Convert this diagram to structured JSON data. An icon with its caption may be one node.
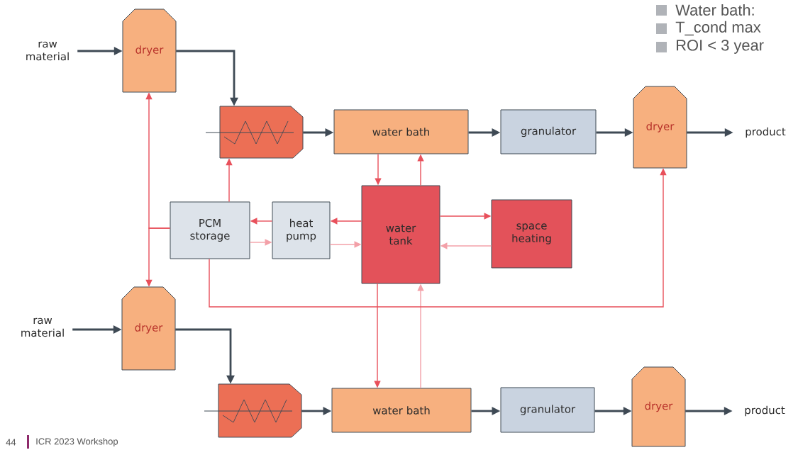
{
  "diagram": {
    "nodes": [
      {
        "text": [
          "raw material"
        ]
      },
      {
        "text": [
          "dryer"
        ]
      },
      {
        "text": [],
        "shape": "picture"
      },
      {
        "text": [
          "water bath"
        ]
      },
      {
        "text": [
          "granulator"
        ]
      },
      {
        "text": [
          "dryer"
        ]
      },
      {
        "text": [
          "product"
        ]
      },
      {
        "text": [
          "PCM storage"
        ]
      },
      {
        "text": [
          "heat pump"
        ]
      },
      {
        "text": [
          "water tank"
        ]
      },
      {
        "text": [
          "space heating"
        ]
      },
      {
        "text": [
          "raw material"
        ]
      },
      {
        "text": [
          "dryer"
        ]
      },
      {
        "text": [],
        "shape": "picture"
      },
      {
        "text": [
          "water bath"
        ]
      },
      {
        "text": [
          "granulator"
        ]
      },
      {
        "text": [
          "dryer"
        ]
      },
      {
        "text": [
          "product"
        ]
      }
    ],
    "edges": [
      {
        "from": 0,
        "to": 1,
        "arrow": "to"
      },
      {
        "from": 1,
        "to": 2,
        "arrow": "to"
      },
      {
        "from": 2,
        "to": 3,
        "arrow": "to"
      },
      {
        "from": 3,
        "to": 4,
        "arrow": "to"
      },
      {
        "from": 4,
        "to": 5,
        "arrow": "to"
      },
      {
        "from": 5,
        "to": 6,
        "arrow": "to"
      },
      {
        "from": 11,
        "to": 12,
        "arrow": "to"
      },
      {
        "from": 12,
        "to": 13,
        "arrow": "to"
      },
      {
        "from": 13,
        "to": 14,
        "arrow": "to"
      },
      {
        "from": 14,
        "to": 15,
        "arrow": "to"
      },
      {
        "from": 15,
        "to": 16,
        "arrow": "to"
      },
      {
        "from": 16,
        "to": 17,
        "arrow": "to"
      },
      {
        "from": 7,
        "to": 1,
        "arrow": "to",
        "color": "#e8505b"
      },
      {
        "from": 7,
        "to": 12,
        "arrow": "to",
        "color": "#e8505b"
      },
      {
        "from": 7,
        "to": 2,
        "arrow": "to",
        "color": "#e8505b"
      },
      {
        "from": 8,
        "to": 7,
        "arrow": "to",
        "color": "#e8505b"
      },
      {
        "from": 7,
        "to": 8,
        "arrow": "to",
        "color": "#f3a0a8"
      },
      {
        "from": 9,
        "to": 8,
        "arrow": "to",
        "color": "#e8505b"
      },
      {
        "from": 8,
        "to": 9,
        "arrow": "to",
        "color": "#f3a0a8"
      },
      {
        "from": 3,
        "to": 9,
        "arrow": "to",
        "color": "#e8505b"
      },
      {
        "from": 9,
        "to": 3,
        "arrow": "to",
        "color": "#e8505b"
      },
      {
        "from": 9,
        "to": 10,
        "arrow": "to",
        "color": "#e8505b"
      },
      {
        "from": 10,
        "to": 9,
        "arrow": "to",
        "color": "#f3a0a8"
      },
      {
        "from": 9,
        "to": 14,
        "arrow": "to",
        "color": "#e8505b"
      },
      {
        "from": 14,
        "to": 9,
        "arrow": "to",
        "color": "#f3a0a8"
      },
      {
        "from": 7,
        "to": 5,
        "arrow": "to",
        "color": "#e8505b"
      }
    ],
    "labels": [
      "Water bath:",
      "T_cond max",
      "ROI < 3 year",
      "44",
      "ICR 2023 Workshop"
    ]
  }
}
